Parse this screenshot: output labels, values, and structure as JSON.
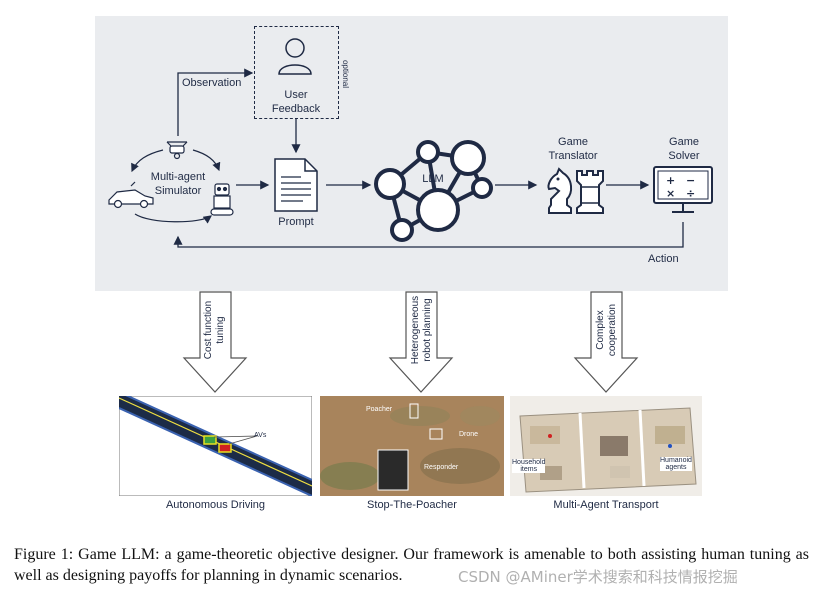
{
  "diagram": {
    "observation_label": "Observation",
    "user_feedback_label": "User\nFeedback",
    "optional_label": "optional",
    "simulator_label": "Multi-agent\nSimulator",
    "prompt_label": "Prompt",
    "llm_label": "LLM",
    "translator_label": "Game\nTranslator",
    "solver_label": "Game\nSolver",
    "action_label": "Action",
    "arrows": [
      {
        "label": "Cost function\ntuning"
      },
      {
        "label": "Heterogeneous\nrobot planning"
      },
      {
        "label": "Complex\ncooperation"
      }
    ],
    "applications": [
      {
        "caption": "Autonomous Driving",
        "annotations": [
          "AVs"
        ]
      },
      {
        "caption": "Stop-The-Poacher",
        "annotations": [
          "Poacher",
          "Drone",
          "Responder"
        ]
      },
      {
        "caption": "Multi-Agent Transport",
        "annotations": [
          "Household\nitems",
          "Humanoid\nagents"
        ]
      }
    ],
    "colors": {
      "panel": "#eaecef",
      "ink": "#1f2a44",
      "node": "#1f2a44"
    }
  },
  "caption": {
    "text": "Figure 1: Game LLM: a game-theoretic objective designer. Our framework is amenable to both assisting human tuning as well as designing payoffs for planning in dynamic scenarios."
  },
  "watermark": {
    "text": "CSDN @AMiner学术搜索和科技情报挖掘"
  }
}
